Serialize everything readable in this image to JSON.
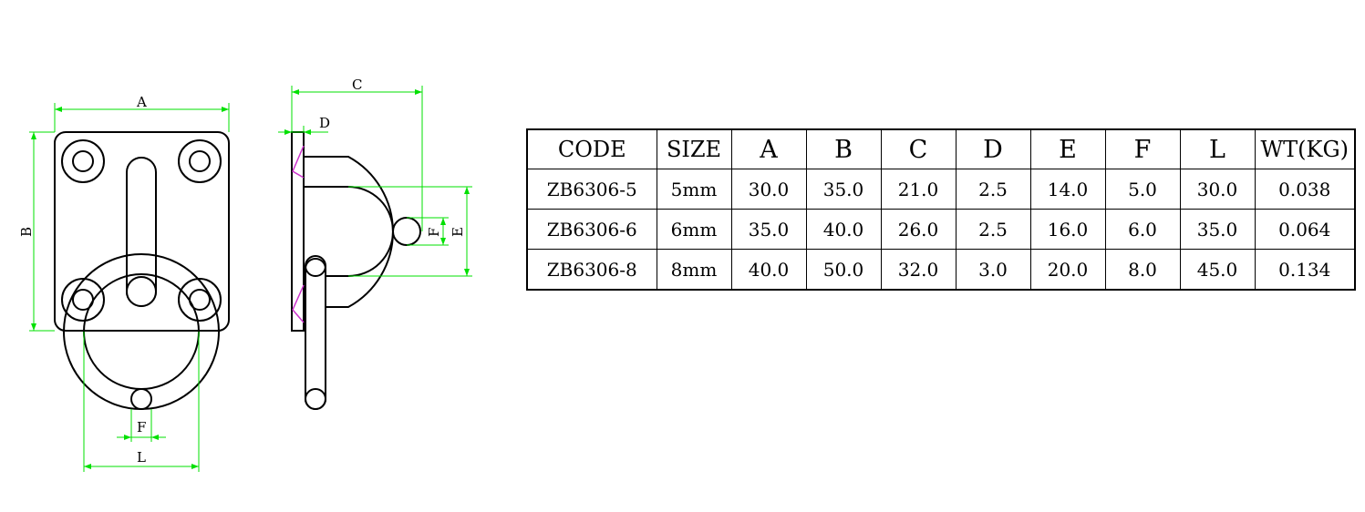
{
  "drawing": {
    "front_labels": {
      "a": "A",
      "b": "B",
      "f": "F",
      "l": "L"
    },
    "side_labels": {
      "c": "C",
      "d": "D",
      "e": "E",
      "f": "F"
    },
    "colors": {
      "outline": "#000000",
      "dimension": "#00e000",
      "weld": "#cc33cc"
    }
  },
  "table": {
    "headers": [
      "CODE",
      "SIZE",
      "A",
      "B",
      "C",
      "D",
      "E",
      "F",
      "L",
      "WT(KG)"
    ],
    "rows": [
      [
        "ZB6306-5",
        "5mm",
        "30.0",
        "35.0",
        "21.0",
        "2.5",
        "14.0",
        "5.0",
        "30.0",
        "0.038"
      ],
      [
        "ZB6306-6",
        "6mm",
        "35.0",
        "40.0",
        "26.0",
        "2.5",
        "16.0",
        "6.0",
        "35.0",
        "0.064"
      ],
      [
        "ZB6306-8",
        "8mm",
        "40.0",
        "50.0",
        "32.0",
        "3.0",
        "20.0",
        "8.0",
        "45.0",
        "0.134"
      ]
    ]
  }
}
